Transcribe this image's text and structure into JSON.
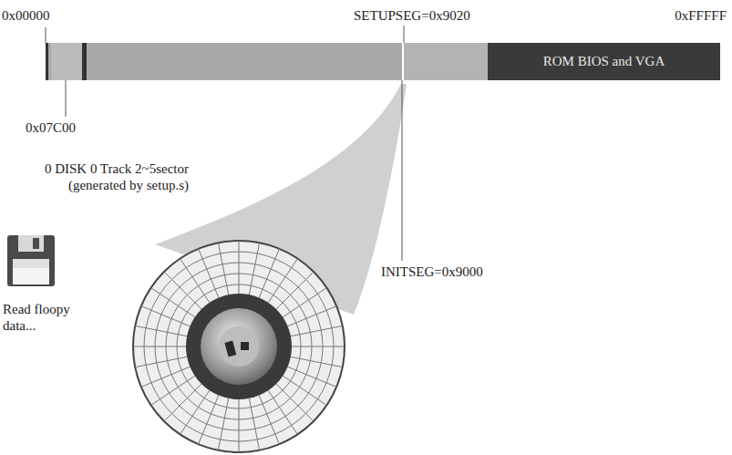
{
  "diagram": {
    "nodes": [
      {
        "text": [
          "ROM BIOS and VGA"
        ]
      }
    ],
    "labels": [
      "0x00000",
      "SETUPSEG=0x9020",
      "0xFFFFF",
      "0x07C00",
      "0 DISK 0 Track 2~5sector (generated by setup.s)",
      "INITSEG=0x9000",
      "Read floopy data..."
    ]
  }
}
